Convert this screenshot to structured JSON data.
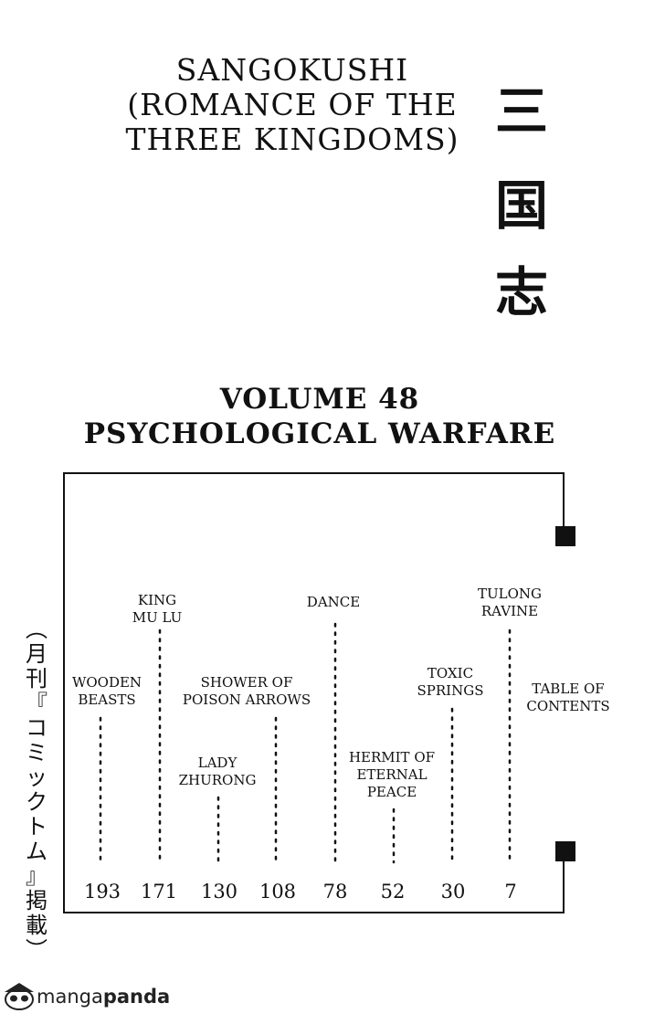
{
  "header": {
    "title_lines": [
      "SANGOKUSHI",
      "(ROMANCE OF THE",
      "THREE KINGDOMS)"
    ],
    "kanji": [
      "三",
      "国",
      "志"
    ]
  },
  "volume": {
    "line1": "VOLUME 48",
    "line2": "PSYCHOLOGICAL WARFARE"
  },
  "toc": {
    "entries": [
      {
        "label": [
          "TABLE OF",
          "CONTENTS"
        ],
        "page": ""
      },
      {
        "label": [
          "TULONG",
          "RAVINE"
        ],
        "page": "7"
      },
      {
        "label": [
          "TOXIC",
          "SPRINGS"
        ],
        "page": "30"
      },
      {
        "label": [
          "HERMIT OF",
          "ETERNAL",
          "PEACE"
        ],
        "page": "52"
      },
      {
        "label": [
          "DANCE"
        ],
        "page": "78"
      },
      {
        "label": [
          "SHOWER OF",
          "POISON ARROWS"
        ],
        "page": "108"
      },
      {
        "label": [
          "LADY",
          "ZHURONG"
        ],
        "page": "130"
      },
      {
        "label": [
          "KING",
          "MU LU"
        ],
        "page": "171"
      },
      {
        "label": [
          "WOODEN",
          "BEASTS"
        ],
        "page": "193"
      }
    ]
  },
  "side_note": {
    "chars": [
      "︵",
      "月",
      "刊",
      "『",
      "コ",
      "ミ",
      "ッ",
      "ク",
      "ト",
      "ム",
      "』",
      "掲",
      "載",
      "︶"
    ]
  },
  "watermark": {
    "prefix": "manga",
    "suffix": "panda"
  }
}
